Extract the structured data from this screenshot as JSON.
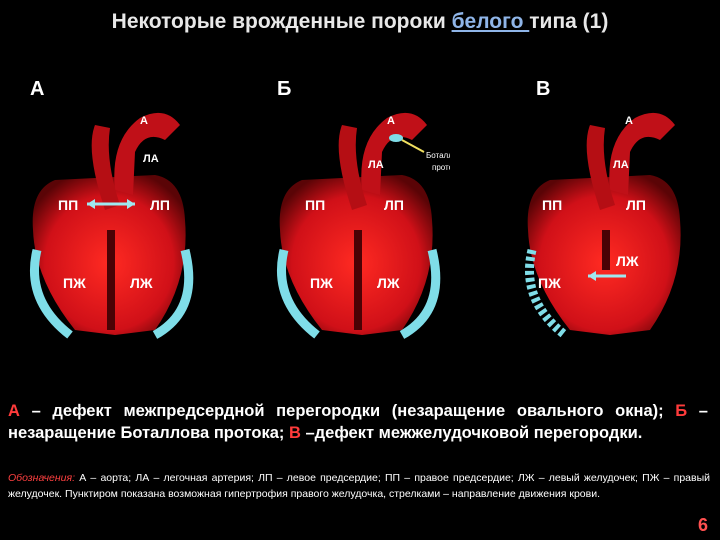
{
  "title": {
    "before": "Некоторые врожденные пороки ",
    "underlined": "белого ",
    "after": "типа (1)"
  },
  "panels": [
    {
      "letter": "А",
      "labels": {
        "aorta": "А",
        "pulmonary": "ЛА",
        "right_atrium": "ПП",
        "left_atrium": "ЛП",
        "right_ventricle": "ПЖ",
        "left_ventricle": "ЛЖ"
      }
    },
    {
      "letter": "Б",
      "labels": {
        "aorta": "А",
        "pulmonary": "ЛА",
        "right_atrium": "ПП",
        "left_atrium": "ЛП",
        "right_ventricle": "ПЖ",
        "left_ventricle": "ЛЖ"
      },
      "callout": [
        "Боталлов",
        "проток"
      ]
    },
    {
      "letter": "В",
      "labels": {
        "aorta": "А",
        "pulmonary": "ЛА",
        "right_atrium": "ПП",
        "left_atrium": "ЛП",
        "right_ventricle": "ПЖ",
        "left_ventricle": "ЛЖ"
      }
    }
  ],
  "description": {
    "a_letter": "А",
    "a_text": " – дефект межпредсердной перегородки (незаращение овального окна);",
    "b_letter": "Б",
    "b_text": " – незаращение Боталлова протока; ",
    "c_letter": "В",
    "c_text": " –дефект межжелудочковой перегородки."
  },
  "legend": {
    "label": "Обозначения:",
    "text": " А – аорта; ЛА – легочная артерия; ЛП – левое предсердие; ПП – правое предсердие; ЛЖ – левый желудочек; ПЖ – правый желудочек. Пунктиром показана возможная гипертрофия правого желудочка, стрелками – направление движения крови."
  },
  "page_number": "6",
  "colors": {
    "heart_red": "#e0161b",
    "dark_red": "#6a0608",
    "cyan": "#7fdde8",
    "text_red": "#ff3b3b"
  }
}
